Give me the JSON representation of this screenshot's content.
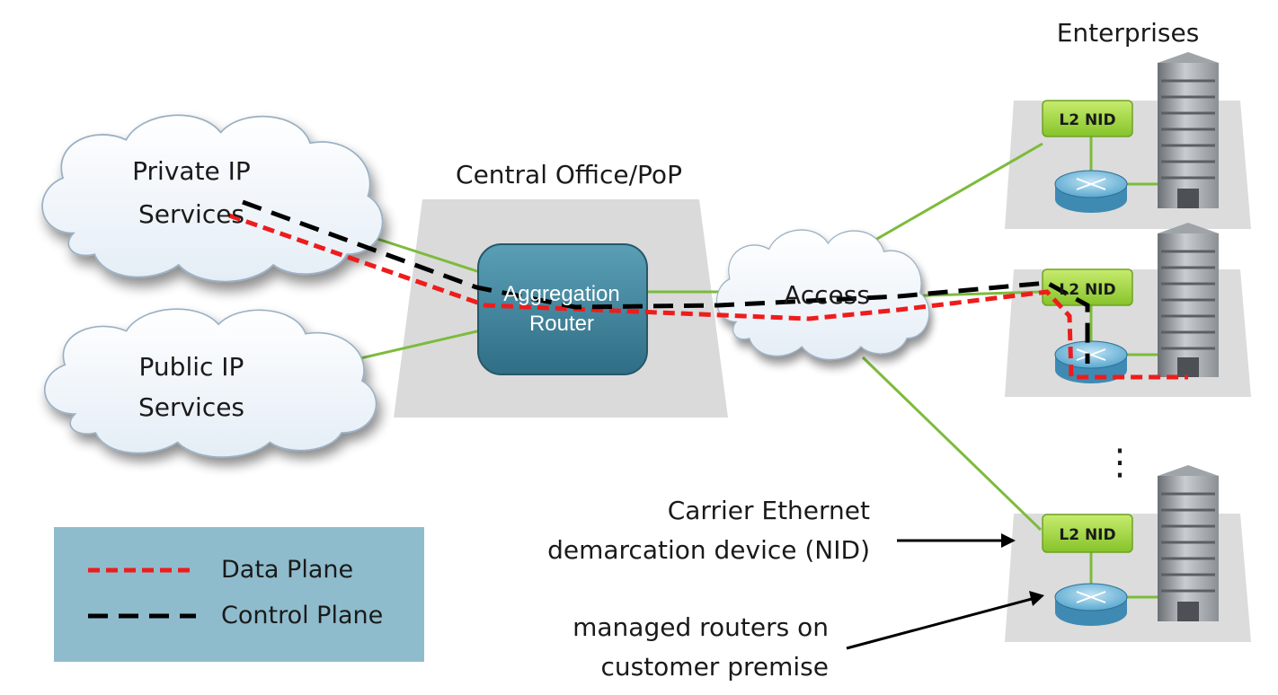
{
  "labels": {
    "enterprises": "Enterprises",
    "central_office": "Central Office/PoP",
    "private_ip_line1": "Private IP",
    "private_ip_line2": "Services",
    "public_ip_line1": "Public IP",
    "public_ip_line2": "Services",
    "aggregation_line1": "Aggregation",
    "aggregation_line2": "Router",
    "access": "Access",
    "nid_top": "L2 NID",
    "nid_mid": "L2 NID",
    "nid_bottom": "L2 NID",
    "ellipsis": "⋮",
    "carrier_line1": "Carrier Ethernet",
    "carrier_line2": "demarcation device (NID)",
    "managed_line1": "managed routers on",
    "managed_line2": "customer premise"
  },
  "legend": {
    "data_plane": "Data Plane",
    "control_plane": "Control Plane"
  },
  "colors": {
    "data_plane": "#ee1c1c",
    "control_plane": "#000000",
    "link": "#7dbb3c",
    "legend_bg": "#8fbccc",
    "router_fill": "#3a7f96",
    "nid_fill": "#9ed23c",
    "platform": "#d8d8d8"
  }
}
